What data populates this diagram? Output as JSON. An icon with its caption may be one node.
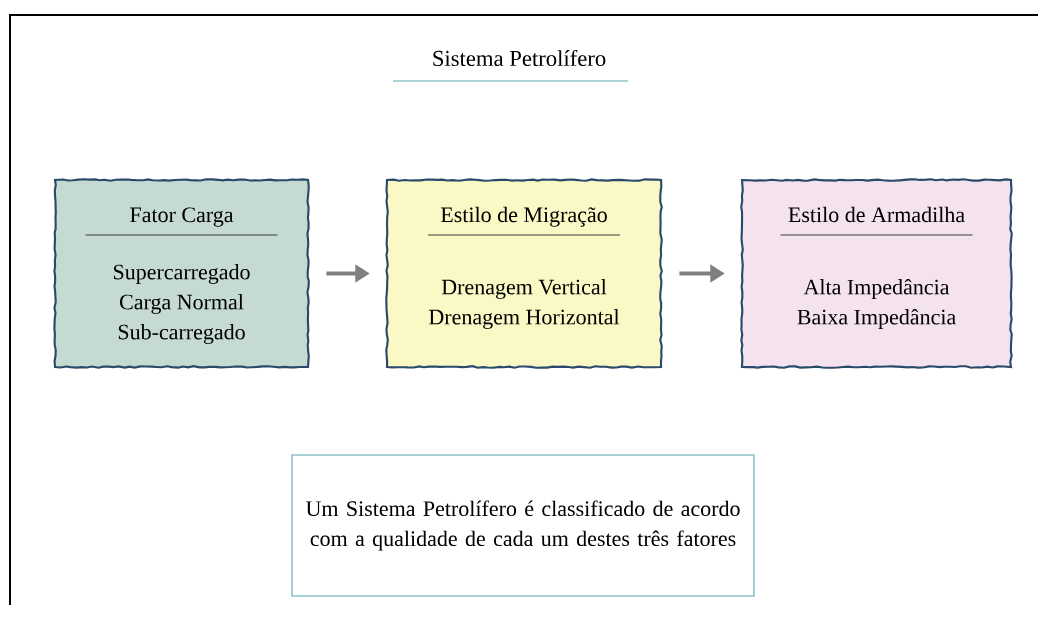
{
  "diagram": {
    "title": "Sistema Petrolífero",
    "nodes": [
      {
        "text": [
          "Fator Carga",
          "Supercarregado",
          "Carga Normal",
          "Sub-carregado"
        ]
      },
      {
        "text": [
          "Estilo de Migração",
          "Drenagem Vertical",
          "Drenagem Horizontal"
        ]
      },
      {
        "text": [
          "Estilo de Armadilha",
          "Alta Impedância",
          "Baixa Impedância"
        ]
      },
      {
        "text": [
          "Um Sistema Petrolífero é classificado de acordo com a qualidade de cada um destes três fatores"
        ]
      }
    ],
    "edges": [
      {
        "from": 0,
        "to": 1,
        "arrow": "to"
      },
      {
        "from": 1,
        "to": 2,
        "arrow": "to"
      }
    ]
  }
}
